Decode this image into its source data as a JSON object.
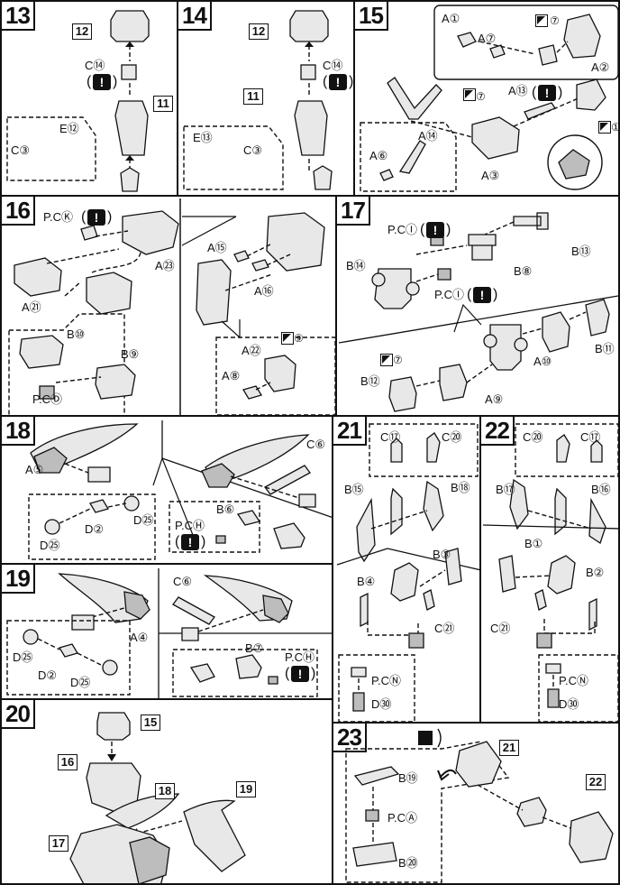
{
  "steps": {
    "s13": {
      "num": "13",
      "box_top": "12",
      "box_side": "11",
      "c": "C⑭",
      "inset_e": "E⑫",
      "inset_c": "C③"
    },
    "s14": {
      "num": "14",
      "box_top": "12",
      "box_side": "11",
      "c": "C⑭",
      "inset_e": "E⑬",
      "inset_c": "C③"
    },
    "s15": {
      "num": "15",
      "a1": "A①",
      "a7": "A⑦",
      "a2": "A②",
      "a13": "A⑬",
      "a14": "A⑭",
      "a6": "A⑥",
      "a3": "A③",
      "n7a": "⑦",
      "n7b": "⑦",
      "n1": "①"
    },
    "s16": {
      "num": "16",
      "pck": "P.CⓀ",
      "a23": "A㉓",
      "a21": "A㉑",
      "b10": "B⑩",
      "b9": "B⑨",
      "pcd": "P.CⒹ",
      "a15": "A⑮",
      "a16": "A⑯",
      "a22": "A㉒",
      "a8": "A⑧",
      "n9": "⑨"
    },
    "s17": {
      "num": "17",
      "pci1": "P.CⒾ",
      "pci2": "P.CⒾ",
      "b13": "B⑬",
      "b14": "B⑭",
      "b8": "B⑧",
      "b11": "B⑪",
      "a10": "A⑩",
      "b12": "B⑫",
      "a9": "A⑨",
      "n7": "⑦"
    },
    "s18": {
      "num": "18",
      "a5": "A⑤",
      "c6": "C⑥",
      "d25a": "D㉕",
      "d25b": "D㉕",
      "d2": "D②",
      "b6": "B⑥",
      "pch": "P.CⒽ"
    },
    "s19": {
      "num": "19",
      "c6": "C⑥",
      "a4": "A④",
      "d25a": "D㉕",
      "d2": "D②",
      "d25b": "D㉕",
      "b7": "B⑦",
      "pch": "P.CⒽ"
    },
    "s20": {
      "num": "20",
      "box15": "15",
      "box16": "16",
      "box18": "18",
      "box19": "19",
      "box17": "17"
    },
    "s21": {
      "num": "21",
      "c17": "C⑰",
      "c20": "C⑳",
      "b15": "B⑮",
      "b18": "B⑱",
      "b3": "B③",
      "b4": "B④",
      "c21": "C㉑",
      "pcn": "P.CⓃ",
      "d30": "D㉚"
    },
    "s22": {
      "num": "22",
      "c20": "C⑳",
      "c17": "C⑰",
      "b17": "B⑰",
      "b16": "B⑯",
      "b1": "B①",
      "b2": "B②",
      "c21": "C㉑",
      "pcn": "P.CⓃ",
      "d30": "D㉚"
    },
    "s23": {
      "num": "23",
      "b19": "B⑲",
      "pca": "P.CⒶ",
      "b20": "B⑳",
      "box21": "21",
      "box22": "22"
    }
  },
  "icons": {
    "warning": "!",
    "open_paren": "(",
    "close_paren": ")"
  },
  "colors": {
    "ink": "#111111",
    "paper": "#ffffff",
    "part_fill": "#e8e8e8"
  }
}
